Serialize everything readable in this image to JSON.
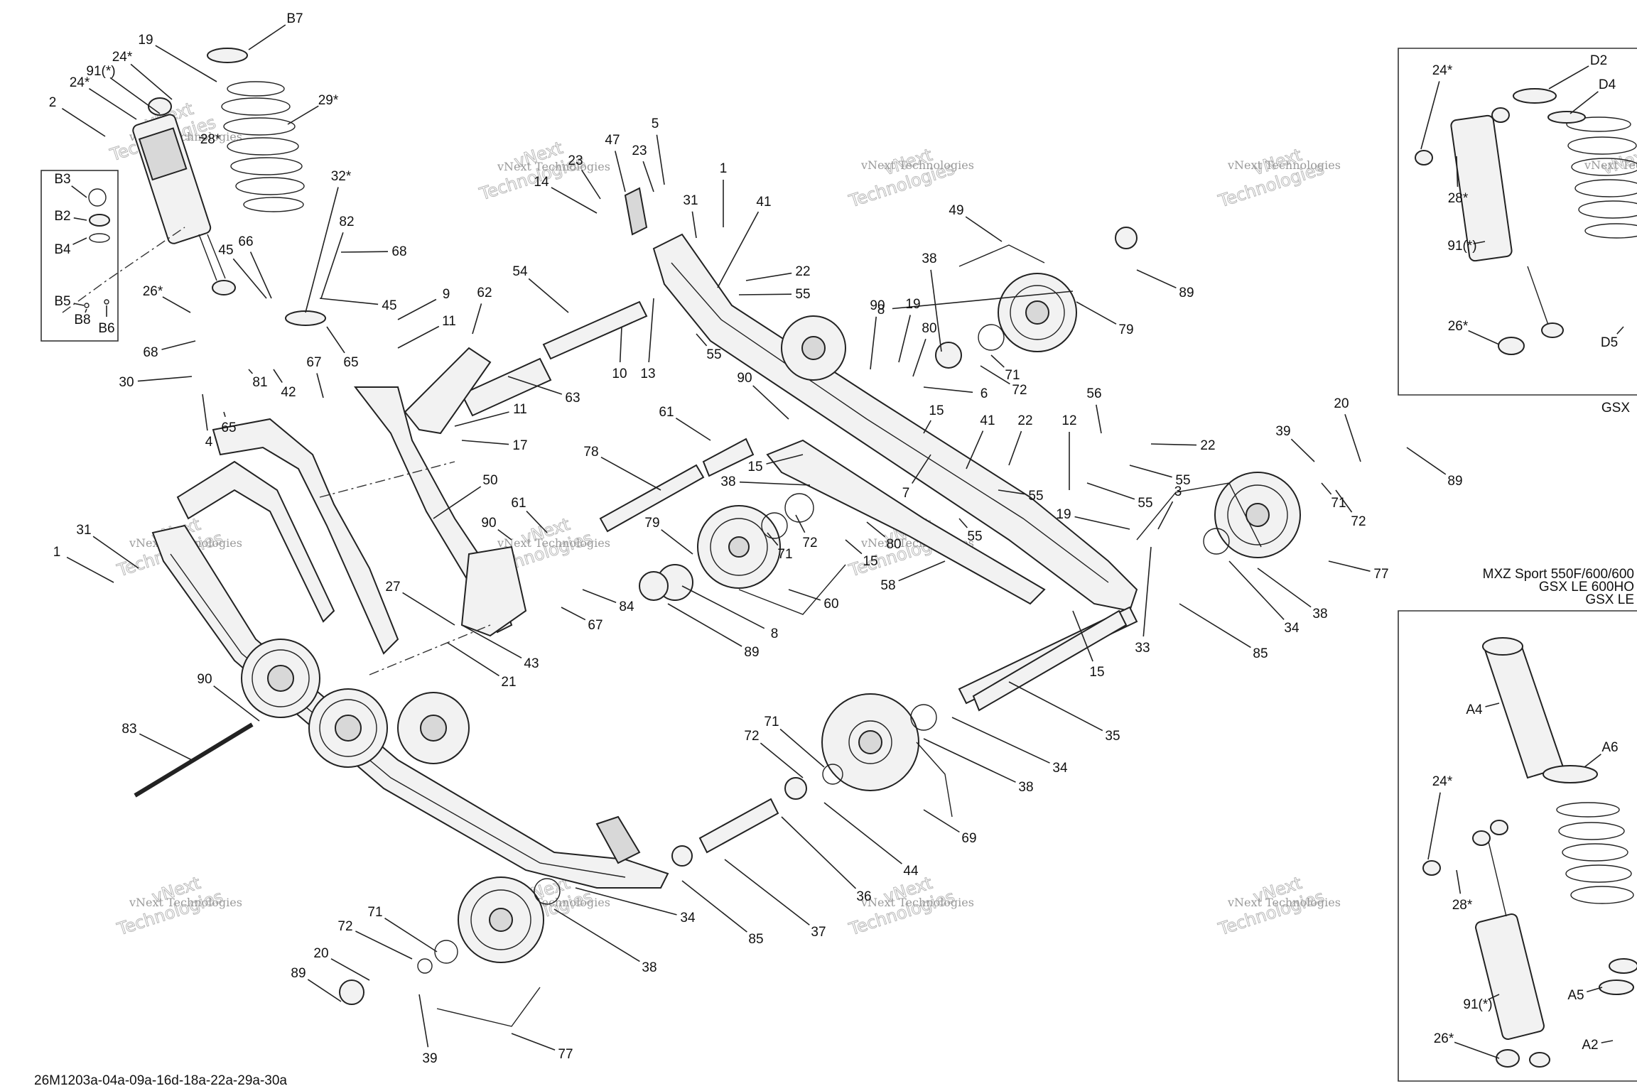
{
  "drawing_code": "26M1203a-04a-09a-16d-18a-22a-29a-30a",
  "watermark": {
    "brand": "vNext Technologies",
    "large_lines": [
      "vNext",
      "Technologies"
    ]
  },
  "inset_top": {
    "caption": "GSX"
  },
  "inset_middle": {
    "caption_lines": [
      "MXZ Sport 550F/600/600",
      "GSX LE 600HO",
      "GSX LE"
    ]
  },
  "callouts": [
    {
      "id": "B7",
      "label": "B7"
    },
    {
      "id": "19",
      "label": "19"
    },
    {
      "id": "24s",
      "label": "24*"
    },
    {
      "id": "91s",
      "label": "91(*)"
    },
    {
      "id": "24s-b",
      "label": "24*"
    },
    {
      "id": "2",
      "label": "2"
    },
    {
      "id": "29s",
      "label": "29*"
    },
    {
      "id": "28s",
      "label": "28*"
    },
    {
      "id": "B3",
      "label": "B3"
    },
    {
      "id": "B2",
      "label": "B2"
    },
    {
      "id": "B4",
      "label": "B4"
    },
    {
      "id": "B5",
      "label": "B5"
    },
    {
      "id": "B8",
      "label": "B8"
    },
    {
      "id": "B6",
      "label": "B6"
    },
    {
      "id": "32s",
      "label": "32*"
    },
    {
      "id": "82",
      "label": "82"
    },
    {
      "id": "45",
      "label": "45"
    },
    {
      "id": "66",
      "label": "66"
    },
    {
      "id": "68",
      "label": "68"
    },
    {
      "id": "26s",
      "label": "26*"
    },
    {
      "id": "45-b",
      "label": "45"
    },
    {
      "id": "68-b",
      "label": "68"
    },
    {
      "id": "65",
      "label": "65"
    },
    {
      "id": "30",
      "label": "30"
    },
    {
      "id": "81",
      "label": "81"
    },
    {
      "id": "42",
      "label": "42"
    },
    {
      "id": "4",
      "label": "4"
    },
    {
      "id": "65-b",
      "label": "65"
    },
    {
      "id": "9",
      "label": "9"
    },
    {
      "id": "62",
      "label": "62"
    },
    {
      "id": "11",
      "label": "11"
    },
    {
      "id": "67",
      "label": "67"
    },
    {
      "id": "11-b",
      "label": "11"
    },
    {
      "id": "17",
      "label": "17"
    },
    {
      "id": "54",
      "label": "54"
    },
    {
      "id": "63",
      "label": "63"
    },
    {
      "id": "47",
      "label": "47"
    },
    {
      "id": "23",
      "label": "23"
    },
    {
      "id": "23-b",
      "label": "23"
    },
    {
      "id": "14",
      "label": "14"
    },
    {
      "id": "5",
      "label": "5"
    },
    {
      "id": "31",
      "label": "31"
    },
    {
      "id": "1",
      "label": "1"
    },
    {
      "id": "41",
      "label": "41"
    },
    {
      "id": "22",
      "label": "22"
    },
    {
      "id": "55",
      "label": "55"
    },
    {
      "id": "10",
      "label": "10"
    },
    {
      "id": "13",
      "label": "13"
    },
    {
      "id": "55-b",
      "label": "55"
    },
    {
      "id": "90",
      "label": "90"
    },
    {
      "id": "90-b",
      "label": "90"
    },
    {
      "id": "19-b",
      "label": "19"
    },
    {
      "id": "80",
      "label": "80"
    },
    {
      "id": "38",
      "label": "38"
    },
    {
      "id": "49",
      "label": "49"
    },
    {
      "id": "8",
      "label": "8"
    },
    {
      "id": "89",
      "label": "89"
    },
    {
      "id": "79",
      "label": "79"
    },
    {
      "id": "71",
      "label": "71"
    },
    {
      "id": "72",
      "label": "72"
    },
    {
      "id": "6",
      "label": "6"
    },
    {
      "id": "15",
      "label": "15"
    },
    {
      "id": "41-b",
      "label": "41"
    },
    {
      "id": "22-b",
      "label": "22"
    },
    {
      "id": "7",
      "label": "7"
    },
    {
      "id": "55-c",
      "label": "55"
    },
    {
      "id": "61",
      "label": "61"
    },
    {
      "id": "78",
      "label": "78"
    },
    {
      "id": "15-b",
      "label": "15"
    },
    {
      "id": "38-b",
      "label": "38"
    },
    {
      "id": "50",
      "label": "50"
    },
    {
      "id": "61-b",
      "label": "61"
    },
    {
      "id": "90-c",
      "label": "90"
    },
    {
      "id": "79-b",
      "label": "79"
    },
    {
      "id": "71-b",
      "label": "71"
    },
    {
      "id": "72-b",
      "label": "72"
    },
    {
      "id": "15-c",
      "label": "15"
    },
    {
      "id": "80-b",
      "label": "80"
    },
    {
      "id": "55-d",
      "label": "55"
    },
    {
      "id": "60",
      "label": "60"
    },
    {
      "id": "58",
      "label": "58"
    },
    {
      "id": "84",
      "label": "84"
    },
    {
      "id": "67-b",
      "label": "67"
    },
    {
      "id": "8-b",
      "label": "8"
    },
    {
      "id": "89-b",
      "label": "89"
    },
    {
      "id": "12",
      "label": "12"
    },
    {
      "id": "56",
      "label": "56"
    },
    {
      "id": "22-c",
      "label": "22"
    },
    {
      "id": "55-e",
      "label": "55"
    },
    {
      "id": "55-f",
      "label": "55"
    },
    {
      "id": "19-c",
      "label": "19"
    },
    {
      "id": "3",
      "label": "3"
    },
    {
      "id": "20",
      "label": "20"
    },
    {
      "id": "39",
      "label": "39"
    },
    {
      "id": "89-c",
      "label": "89"
    },
    {
      "id": "71-c",
      "label": "71"
    },
    {
      "id": "72-c",
      "label": "72"
    },
    {
      "id": "77",
      "label": "77"
    },
    {
      "id": "34",
      "label": "34"
    },
    {
      "id": "38-c",
      "label": "38"
    },
    {
      "id": "85",
      "label": "85"
    },
    {
      "id": "33",
      "label": "33"
    },
    {
      "id": "15-d",
      "label": "15"
    },
    {
      "id": "31-b",
      "label": "31"
    },
    {
      "id": "1-b",
      "label": "1"
    },
    {
      "id": "27",
      "label": "27"
    },
    {
      "id": "43",
      "label": "43"
    },
    {
      "id": "21",
      "label": "21"
    },
    {
      "id": "90-d",
      "label": "90"
    },
    {
      "id": "83",
      "label": "83"
    },
    {
      "id": "35",
      "label": "35"
    },
    {
      "id": "34-b",
      "label": "34"
    },
    {
      "id": "38-d",
      "label": "38"
    },
    {
      "id": "71-d",
      "label": "71"
    },
    {
      "id": "72-d",
      "label": "72"
    },
    {
      "id": "69",
      "label": "69"
    },
    {
      "id": "44",
      "label": "44"
    },
    {
      "id": "36",
      "label": "36"
    },
    {
      "id": "37",
      "label": "37"
    },
    {
      "id": "85-b",
      "label": "85"
    },
    {
      "id": "34-c",
      "label": "34"
    },
    {
      "id": "38-e",
      "label": "38"
    },
    {
      "id": "71-e",
      "label": "71"
    },
    {
      "id": "72-e",
      "label": "72"
    },
    {
      "id": "20-b",
      "label": "20"
    },
    {
      "id": "89-d",
      "label": "89"
    },
    {
      "id": "39-b",
      "label": "39"
    },
    {
      "id": "77-b",
      "label": "77"
    },
    {
      "id": "i-24s",
      "label": "24*"
    },
    {
      "id": "i-D2",
      "label": "D2"
    },
    {
      "id": "i-D4",
      "label": "D4"
    },
    {
      "id": "i-28s",
      "label": "28*"
    },
    {
      "id": "i-91s",
      "label": "91(*)"
    },
    {
      "id": "i-26s",
      "label": "26*"
    },
    {
      "id": "i-D5",
      "label": "D5"
    },
    {
      "id": "j-A4",
      "label": "A4"
    },
    {
      "id": "j-A6",
      "label": "A6"
    },
    {
      "id": "j-24s",
      "label": "24*"
    },
    {
      "id": "j-28s",
      "label": "28*"
    },
    {
      "id": "j-91s",
      "label": "91(*)"
    },
    {
      "id": "j-A5",
      "label": "A5"
    },
    {
      "id": "j-26s",
      "label": "26*"
    },
    {
      "id": "j-A2",
      "label": "A2"
    }
  ]
}
